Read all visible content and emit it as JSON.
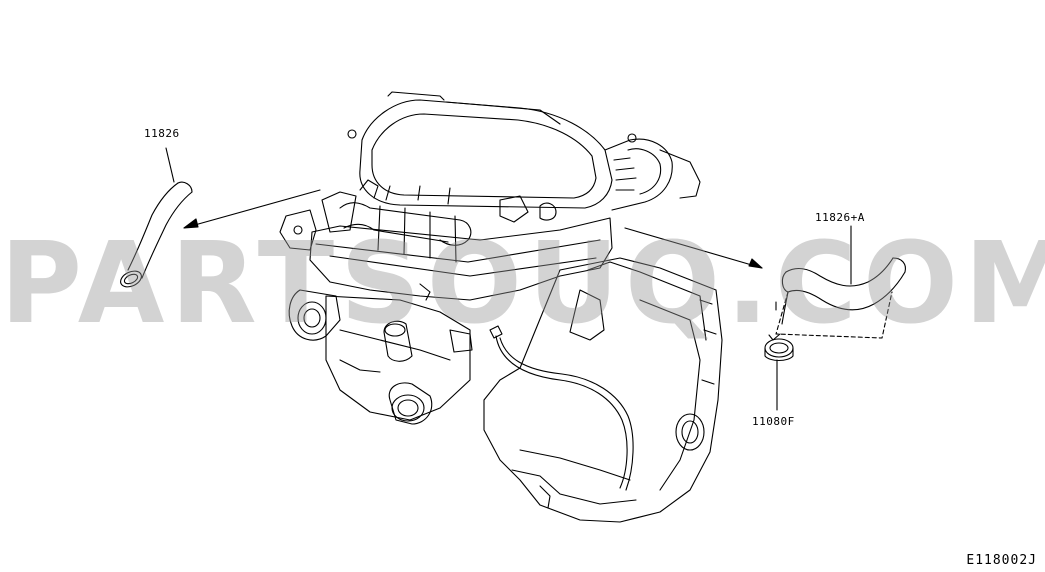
{
  "diagram": {
    "watermark": "PARTSOUQ.COM",
    "callouts": {
      "hose_left": "11826",
      "hose_right": "11826+A",
      "clamp": "11080F"
    },
    "diagram_code": "E118002J",
    "colors": {
      "line": "#000000",
      "background": "#ffffff",
      "watermark": "#969696"
    }
  }
}
